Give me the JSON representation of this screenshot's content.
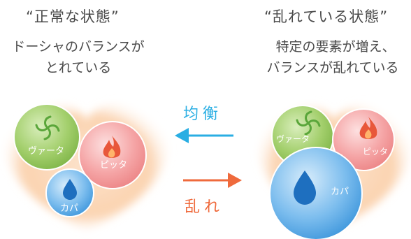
{
  "left": {
    "title": "“正常な状態”",
    "desc_line1": "ドーシャのバランスが",
    "desc_line2": "とれている",
    "vata": "ヴァータ",
    "pitta": "ピッタ",
    "kapha": "カパ"
  },
  "right": {
    "title": "“乱れている状態”",
    "desc_line1": "特定の要素が増え、",
    "desc_line2": "バランスが乱れている",
    "vata": "ヴァータ",
    "pitta": "ピッタ",
    "kapha": "カパ"
  },
  "arrows": {
    "balance_label": "均衡",
    "disorder_label": "乱れ",
    "balance_color": "#29aee3",
    "disorder_color": "#ef6a3c"
  },
  "colors": {
    "vata": "#8cc152",
    "pitta": "#f18a8c",
    "kapha": "#4aa1e0",
    "heart_glow": "#fbd3b0"
  }
}
